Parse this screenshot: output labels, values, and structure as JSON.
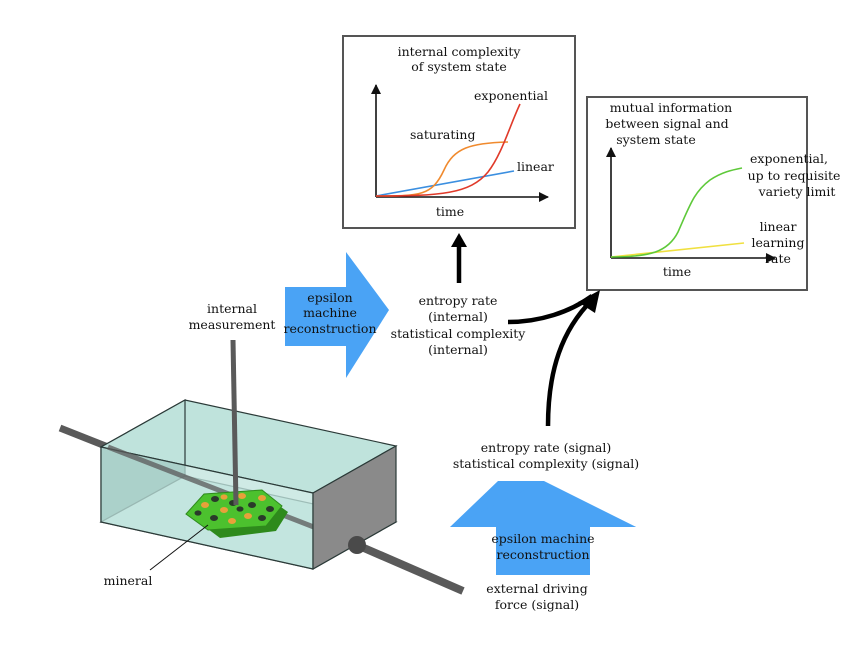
{
  "graph_internal": {
    "title_line1": "internal complexity",
    "title_line2": "of system state",
    "x_label": "time",
    "series": {
      "exponential": "exponential",
      "saturating": "saturating",
      "linear": "linear"
    },
    "colors": {
      "exponential": "#e03a2a",
      "saturating": "#f08a2e",
      "linear": "#3b8fe0"
    }
  },
  "graph_mutual": {
    "title_line1": "mutual information",
    "title_line2": "between signal and",
    "title_line3": "system state",
    "x_label": "time",
    "series": {
      "exponential_line1": "exponential,",
      "exponential_line2": "up to requisite",
      "exponential_line3": "variety limit",
      "linear_line1": "linear",
      "linear_line2": "learning",
      "linear_line3": "rate"
    },
    "colors": {
      "exponential": "#5ec93a",
      "linear": "#f0e040"
    }
  },
  "arrows": {
    "internal_recon_line1": "epsilon",
    "internal_recon_line2": "machine",
    "internal_recon_line3": "reconstruction",
    "signal_recon_line1": "epsilon machine",
    "signal_recon_line2": "reconstruction",
    "color": "#4aa3f5"
  },
  "labels": {
    "internal_measurement_line1": "internal",
    "internal_measurement_line2": "measurement",
    "internal_stats_line1": "entropy rate",
    "internal_stats_line2": "(internal)",
    "internal_stats_line3": "statistical complexity",
    "internal_stats_line4": "(internal)",
    "signal_stats_line1": "entropy rate (signal)",
    "signal_stats_line2": "statistical complexity (signal)",
    "external_line1": "external driving",
    "external_line2": "force (signal)",
    "mineral": "mineral"
  },
  "apparatus": {
    "box_fill": "#bfe3dc",
    "box_dark": "#6f9a94",
    "end_cap": "#8a8a8a",
    "rod": "#5a5a5a",
    "mineral_green": "#4cc12e",
    "mineral_dark": "#2e8a1c",
    "dot_orange": "#e8a13a",
    "dot_dark": "#2a3a2a"
  }
}
